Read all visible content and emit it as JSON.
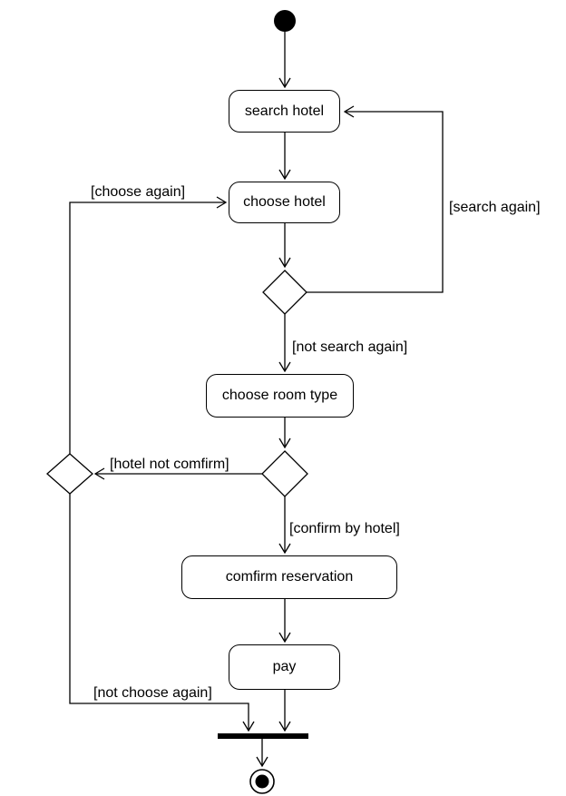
{
  "diagram": {
    "type": "uml-activity-diagram",
    "background": "#ffffff",
    "stroke_color": "#000000",
    "activities": [
      {
        "id": "search-hotel",
        "label": "search hotel"
      },
      {
        "id": "choose-hotel",
        "label": "choose hotel"
      },
      {
        "id": "choose-room-type",
        "label": "choose room type"
      },
      {
        "id": "comfirm-reservation",
        "label": "comfirm reservation"
      },
      {
        "id": "pay",
        "label": "pay"
      }
    ],
    "guards": [
      {
        "id": "choose-again",
        "label": "[choose again]"
      },
      {
        "id": "search-again",
        "label": "[search again]"
      },
      {
        "id": "not-search-again",
        "label": "[not search again]"
      },
      {
        "id": "hotel-not-comfirm",
        "label": "[hotel not comfirm]"
      },
      {
        "id": "confirm-by-hotel",
        "label": "[confirm by hotel]"
      },
      {
        "id": "not-choose-again",
        "label": "[not choose again]"
      }
    ],
    "nodes": {
      "initial": "initial node",
      "decisions": 3,
      "join_bar": "join bar",
      "final": "activity final node"
    }
  }
}
